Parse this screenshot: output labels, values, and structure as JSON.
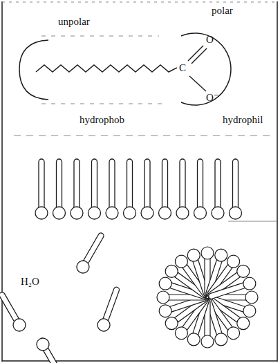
{
  "diagram": {
    "labels": [
      "unpolar",
      "polar",
      "C",
      "O",
      "O⁻",
      "hydrophob",
      "hydrophil",
      "H₂O"
    ]
  }
}
